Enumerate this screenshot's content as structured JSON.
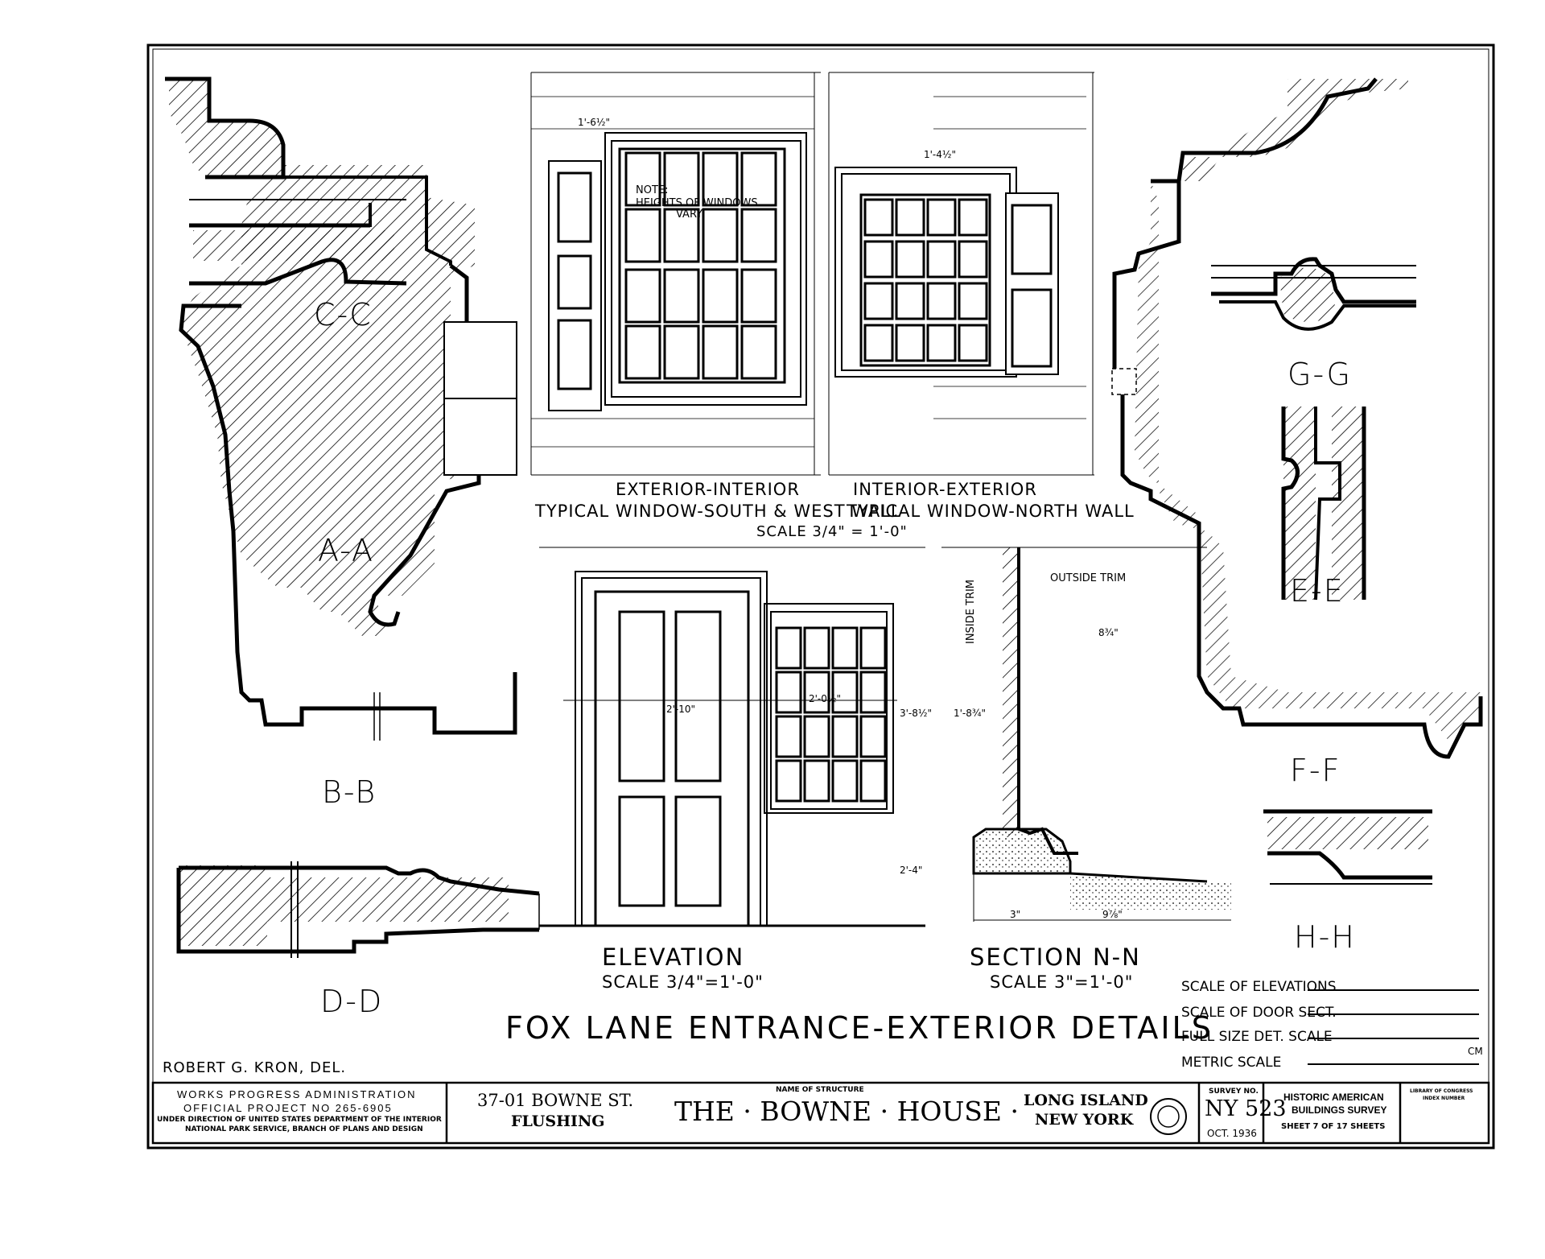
{
  "sections": {
    "aa": "A-A",
    "bb": "B-B",
    "cc": "C-C",
    "dd": "D-D",
    "ee": "E-E",
    "ff": "F-F",
    "gg": "G-G",
    "hh": "H-H"
  },
  "windows": {
    "south_west": {
      "line1": "EXTERIOR-INTERIOR",
      "line2": "TYPICAL WINDOW-SOUTH & WEST WALL"
    },
    "north": {
      "line1": "INTERIOR-EXTERIOR",
      "line2": "TYPICAL WINDOW-NORTH WALL"
    },
    "scale": "SCALE 3/4\" = 1'-0\"",
    "note_title": "NOTE:",
    "note_body": "HEIGHTS OF WINDOWS",
    "note_end": "VARY"
  },
  "elevation": {
    "title": "ELEVATION",
    "scale": "SCALE 3/4\"=1'-0\""
  },
  "section_nn": {
    "title": "SECTION N-N",
    "scale": "SCALE 3\"=1'-0\"",
    "outside_trim": "OUTSIDE TRIM",
    "inside_trim": "INSIDE TRIM"
  },
  "sheet_title": "FOX LANE ENTRANCE-EXTERIOR DETAILS",
  "delineator": "ROBERT G. KRON, DEL.",
  "scales": {
    "elevations": "SCALE OF ELEVATIONS",
    "door_sect": "SCALE OF DOOR SECT.",
    "full_size": "FULL SIZE DET. SCALE",
    "metric": "METRIC SCALE",
    "cm": "CM"
  },
  "title_block": {
    "wpa": "WORKS PROGRESS ADMINISTRATION",
    "project": "OFFICIAL PROJECT NO 265-6905",
    "direction1": "UNDER DIRECTION OF UNITED STATES DEPARTMENT OF THE INTERIOR",
    "direction2": "NATIONAL PARK SERVICE, BRANCH OF PLANS AND DESIGN",
    "address1": "37-01 BOWNE ST.",
    "address2": "FLUSHING",
    "name_label": "NAME OF STRUCTURE",
    "name": "THE · BOWNE · HOUSE ·",
    "location1": "LONG ISLAND",
    "location2": "NEW YORK",
    "survey_label": "SURVEY NO.",
    "survey_no": "NY 523",
    "date": "OCT. 1936",
    "habs1": "HISTORIC AMERICAN",
    "habs2": "BUILDINGS SURVEY",
    "sheet": "SHEET 7 OF 17 SHEETS",
    "loc1": "LIBRARY OF CONGRESS",
    "loc2": "INDEX NUMBER"
  },
  "dimensions": {
    "door_width": "2'-10\"",
    "window_width": "2'-0½\"",
    "height": "2'-4\"",
    "v384": "3'-8½\"",
    "d8_3_4": "8¾\"",
    "d1_8_3_4": "1'-8¾\"",
    "d9_7_8": "9⅞\"",
    "d3": "3\"",
    "w1_6": "1'-6½\"",
    "w1_4": "1'-4½\""
  }
}
